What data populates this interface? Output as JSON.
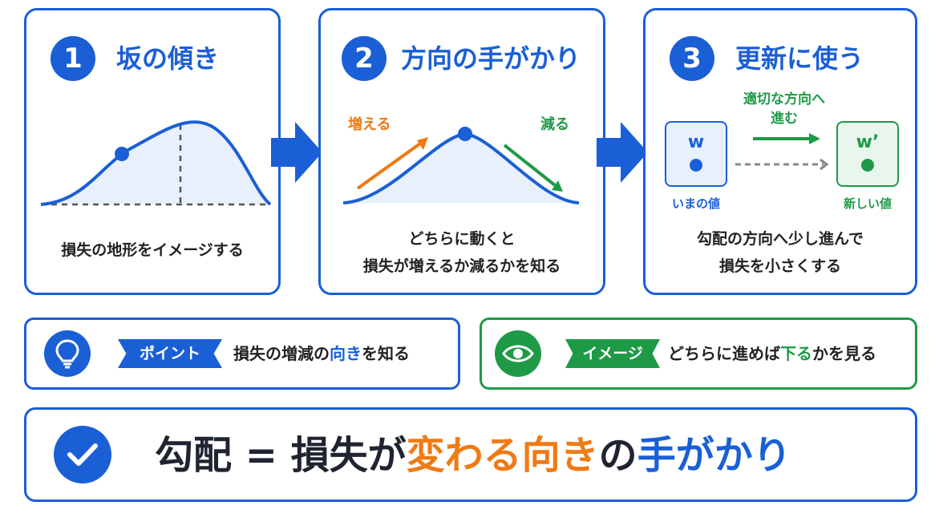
{
  "steps": [
    {
      "number": "1",
      "title": "坂の傾き",
      "desc": "損失の地形をイメージする"
    },
    {
      "number": "2",
      "title": "方向の手がかり",
      "desc_line1": "どちらに動くと",
      "desc_line2": "損失が増えるか減るかを知る",
      "label_up": "増える",
      "label_down": "減る"
    },
    {
      "number": "3",
      "title": "更新に使う",
      "desc_line1": "勾配の方向へ少し進んで",
      "desc_line2": "損失を小さくする",
      "move_line1": "適切な方向へ",
      "move_line2": "進む",
      "w_label": "w",
      "w_caption": "いまの値",
      "w_new_label": "w’",
      "w_new_caption": "新しい値"
    }
  ],
  "point": {
    "tag": "ポイント",
    "text_before": "損失の増減の",
    "text_highlight": "向き",
    "text_after": "を知る"
  },
  "image": {
    "tag": "イメージ",
    "text_before": "どちらに進めば",
    "text_highlight": "下る",
    "text_after": "かを見る"
  },
  "summary": {
    "part1": "勾配 = 損失が",
    "part2": "変わる向き",
    "part3": "の",
    "part4": "手がかり"
  },
  "colors": {
    "blue": "#1a5fd6",
    "green": "#1e9a46",
    "orange": "#f07a14",
    "dark": "#1f2430"
  }
}
